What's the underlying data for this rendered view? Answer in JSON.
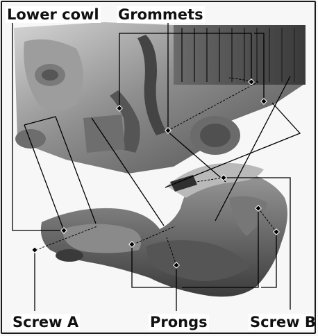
{
  "labels": {
    "lower_cowl": "Lower cowl",
    "grommets": "Grommets",
    "screw_a": "Screw A",
    "prongs": "Prongs",
    "screw_b": "Screw B"
  },
  "colors": {
    "frame": "#1a1a1a",
    "leader": "#000000",
    "engine_dark": "#5d5d5d",
    "engine_light": "#b8b8b8",
    "cowl_dark": "#4a4a4a",
    "cowl_light": "#a4a4a4"
  }
}
